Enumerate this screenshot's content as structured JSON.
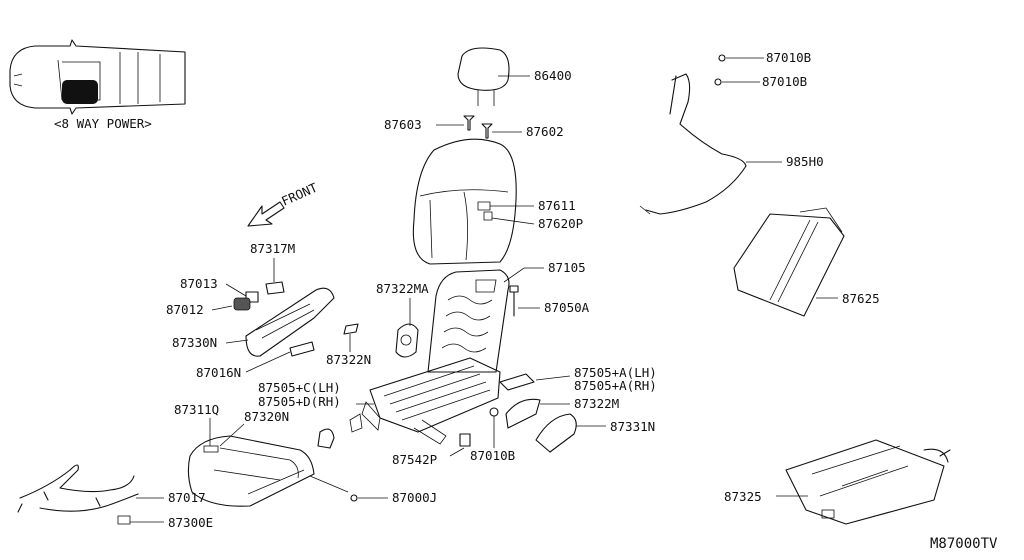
{
  "inset_caption": "<8 WAY POWER>",
  "direction_label": "FRONT",
  "diagram_id": "M87000TV",
  "part_labels": {
    "p86400": "86400",
    "p87603": "87603",
    "p87602": "87602",
    "p87611": "87611",
    "p87620p": "87620P",
    "p87105": "87105",
    "p87050a": "87050A",
    "p87322ma": "87322MA",
    "p87317m": "87317M",
    "p87013": "87013",
    "p87012": "87012",
    "p87330n": "87330N",
    "p87322n": "87322N",
    "p87016n": "87016N",
    "p87505c": "87505+C(LH)",
    "p87505d": "87505+D(RH)",
    "p87505a_lh": "87505+A(LH)",
    "p87505a_rh": "87505+A(RH)",
    "p87322m": "87322M",
    "p87311q": "87311Q",
    "p87320n": "87320N",
    "p87331n": "87331N",
    "p87542p": "87542P",
    "p87010b_bottom": "87010B",
    "p87017": "87017",
    "p87000j": "87000J",
    "p87300e": "87300E",
    "p87010b_top1": "87010B",
    "p87010b_top2": "87010B",
    "p985h0": "985H0",
    "p87625": "87625",
    "p87325": "87325"
  }
}
